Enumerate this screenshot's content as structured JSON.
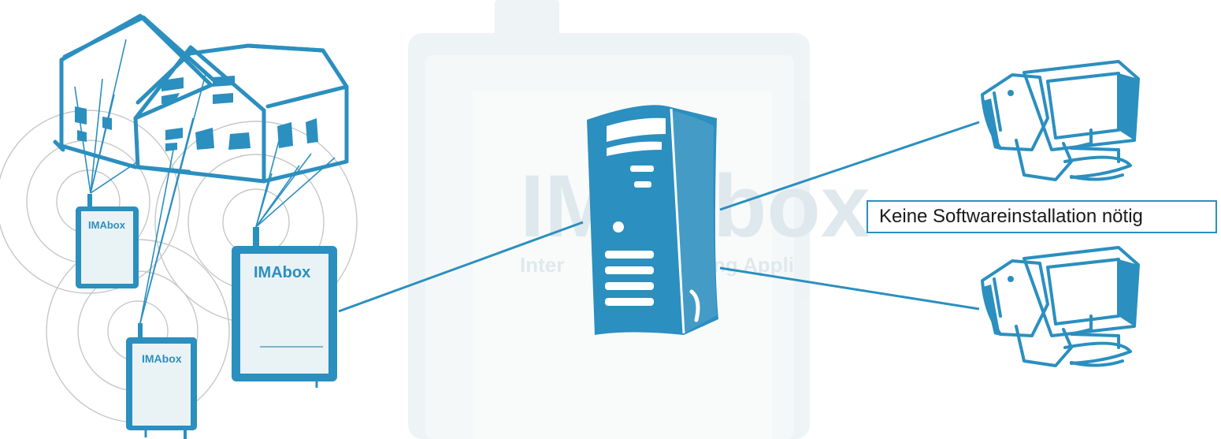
{
  "caption": {
    "text": "Keine Softwareinstallation nötig"
  },
  "background_logo": {
    "brand": "IMAbox",
    "brand_part_a": "IM",
    "brand_part_b": "box",
    "tagline_start": "Inter",
    "tagline_end": "ng Appli"
  },
  "devices": {
    "brand_label": "IMAbox"
  },
  "colors": {
    "accent": "#2b8fbf",
    "device_screen": "#e9f2f5",
    "background_box": "#dbe6ea",
    "circles": "#c7c7c7"
  }
}
